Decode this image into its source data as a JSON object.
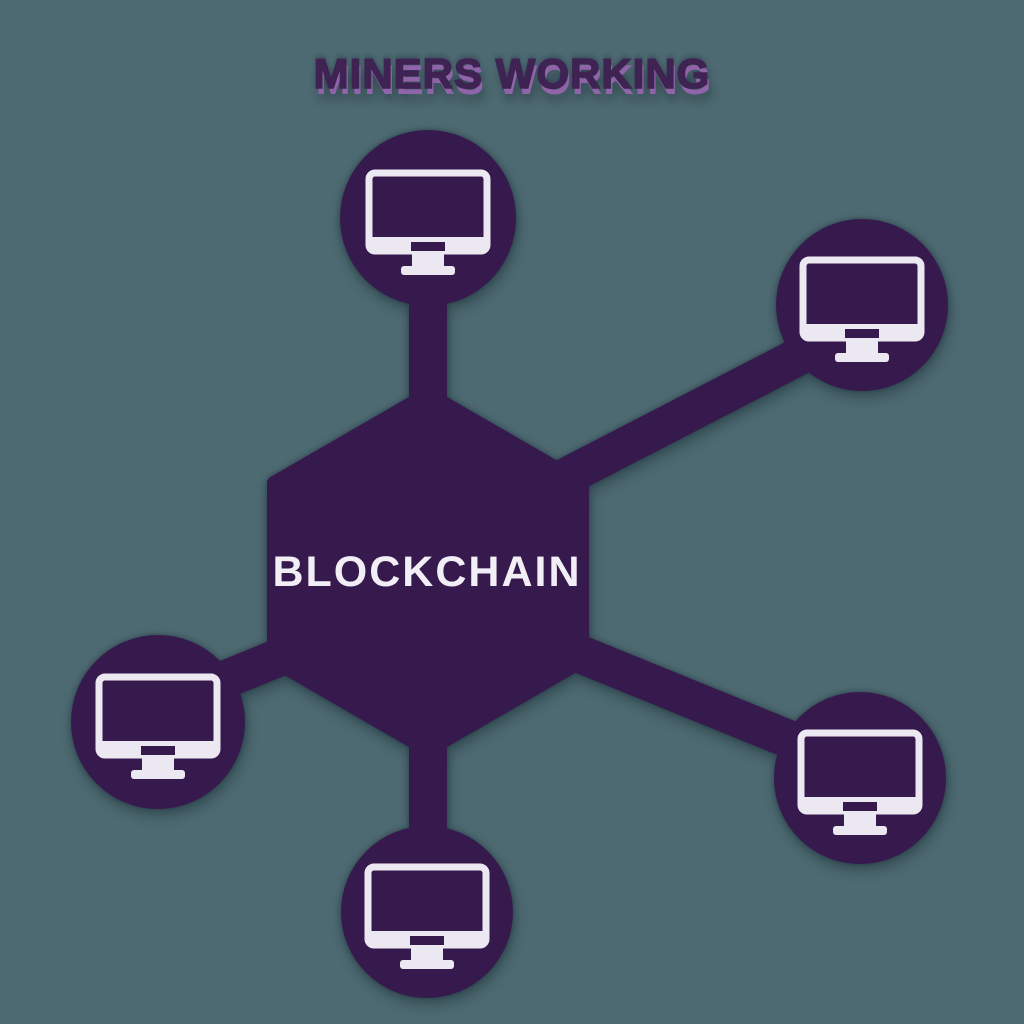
{
  "title": {
    "text": "MINERS WORKING"
  },
  "hexagon": {
    "label": "BLOCKCHAIN"
  },
  "nodes": [
    {
      "id": "miner-top",
      "position": "top",
      "icon": "monitor-icon"
    },
    {
      "id": "miner-top-right",
      "position": "top-right",
      "icon": "monitor-icon"
    },
    {
      "id": "miner-bottom-right",
      "position": "bottom-right",
      "icon": "monitor-icon"
    },
    {
      "id": "miner-bottom",
      "position": "bottom",
      "icon": "monitor-icon"
    },
    {
      "id": "miner-bottom-left",
      "position": "bottom-left",
      "icon": "monitor-icon"
    }
  ],
  "connections": [
    [
      "blockchain",
      "miner-top"
    ],
    [
      "blockchain",
      "miner-top-right"
    ],
    [
      "blockchain",
      "miner-bottom-right"
    ],
    [
      "blockchain",
      "miner-bottom"
    ],
    [
      "blockchain",
      "miner-bottom-left"
    ]
  ],
  "colors": {
    "background": "#4D6971",
    "purple": "#371A4D",
    "title_dark": "#3E2353",
    "title_shadow": "#9064A8",
    "icon_white": "#ECE8F1",
    "label_white": "#F2EEF6"
  }
}
